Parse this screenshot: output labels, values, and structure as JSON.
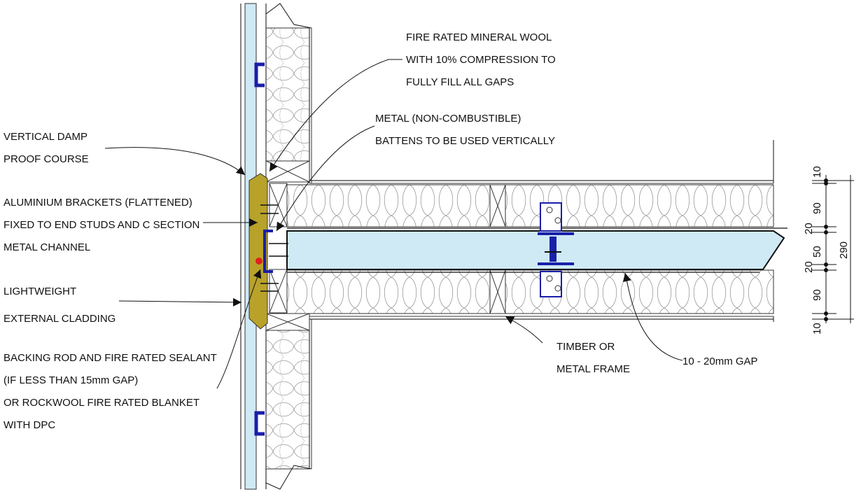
{
  "labels": {
    "mineral_wool": [
      "FIRE RATED MINERAL WOOL",
      "WITH 10% COMPRESSION TO",
      "FULLY FILL ALL GAPS"
    ],
    "metal_battens": [
      "METAL (NON-COMBUSTIBLE)",
      "BATTENS TO BE USED VERTICALLY"
    ],
    "damp_proof": [
      "VERTICAL DAMP",
      "PROOF COURSE"
    ],
    "brackets": [
      "ALUMINIUM BRACKETS (FLATTENED)",
      "FIXED TO END STUDS AND C SECTION",
      "METAL CHANNEL"
    ],
    "cladding": [
      "LIGHTWEIGHT",
      "EXTERNAL CLADDING"
    ],
    "sealant": [
      "BACKING ROD AND FIRE RATED SEALANT",
      "(IF LESS THAN 15mm GAP)",
      "OR ROCKWOOL FIRE RATED BLANKET",
      "WITH DPC"
    ],
    "frame": [
      "TIMBER OR",
      "METAL FRAME"
    ],
    "gap": [
      "10 - 20mm GAP"
    ]
  },
  "dimensions": {
    "segments": [
      "10",
      "90",
      "20",
      "50",
      "20",
      "90",
      "10"
    ],
    "total": "290"
  },
  "colors": {
    "cladding": "#cfe9f5",
    "gap_fill": "#cfe9f5",
    "dpc": "#b8a22a",
    "bracket": "#1a1fa8",
    "sealant_dot": "#e02020"
  }
}
